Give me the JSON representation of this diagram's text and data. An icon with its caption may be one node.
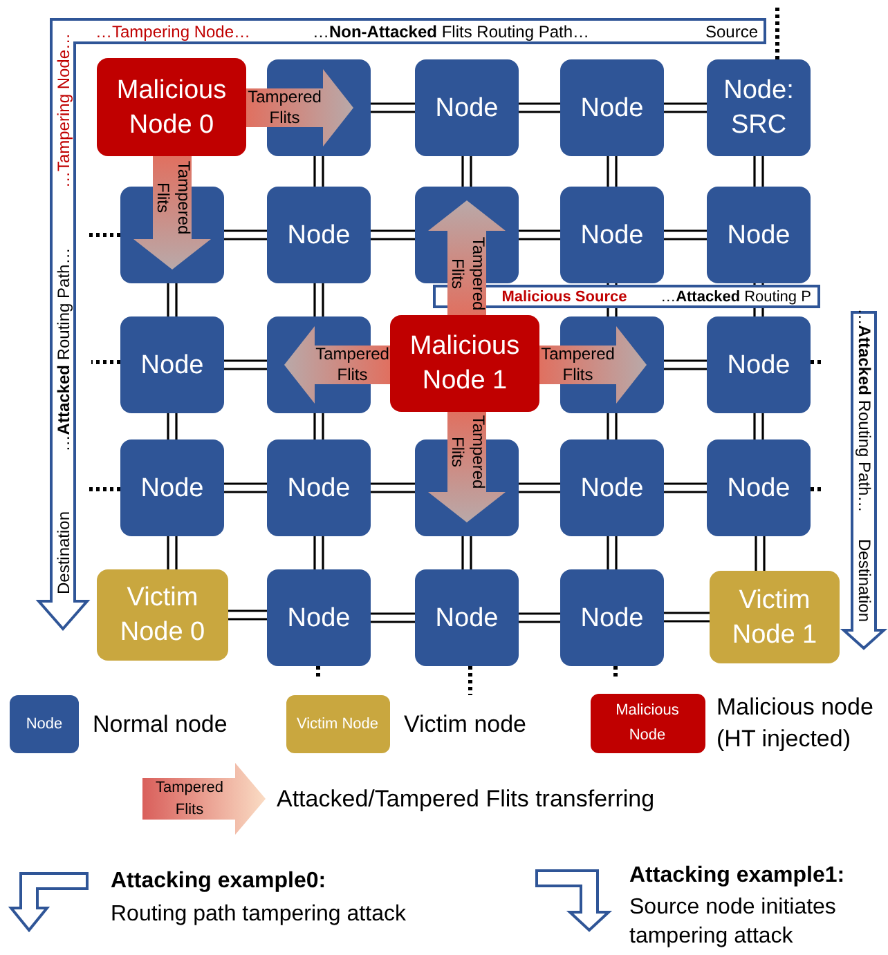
{
  "diagram": {
    "nodes": [
      {
        "text": [
          "Malicious Node 0"
        ]
      },
      {
        "text": [],
        "shape": "box"
      },
      {
        "text": [
          "Node"
        ]
      },
      {
        "text": [
          "Node"
        ]
      },
      {
        "text": [
          "Node: SRC"
        ]
      },
      {
        "text": [],
        "shape": "box"
      },
      {
        "text": [
          "Node"
        ]
      },
      {
        "text": [],
        "shape": "box"
      },
      {
        "text": [
          "Node"
        ]
      },
      {
        "text": [
          "Node"
        ]
      },
      {
        "text": [
          "Node"
        ]
      },
      {
        "text": [],
        "shape": "box"
      },
      {
        "text": [
          "Malicious Node 1"
        ]
      },
      {
        "text": [],
        "shape": "box"
      },
      {
        "text": [
          "Node"
        ]
      },
      {
        "text": [
          "Node"
        ]
      },
      {
        "text": [
          "Node"
        ]
      },
      {
        "text": [],
        "shape": "box"
      },
      {
        "text": [
          "Node"
        ]
      },
      {
        "text": [
          "Node"
        ]
      },
      {
        "text": [
          "Victim Node 0"
        ]
      },
      {
        "text": [
          "Node"
        ]
      },
      {
        "text": [
          "Node"
        ]
      },
      {
        "text": [
          "Node"
        ]
      },
      {
        "text": [
          "Victim Node 1"
        ]
      }
    ],
    "edges": [
      {
        "from": 1,
        "to": 2,
        "arrow": "none"
      },
      {
        "from": 2,
        "to": 3,
        "arrow": "none"
      },
      {
        "from": 3,
        "to": 4,
        "arrow": "none"
      },
      {
        "from": 5,
        "to": 6,
        "arrow": "none"
      },
      {
        "from": 6,
        "to": 7,
        "arrow": "none"
      },
      {
        "from": 7,
        "to": 8,
        "arrow": "none"
      },
      {
        "from": 8,
        "to": 9,
        "arrow": "none"
      },
      {
        "from": 10,
        "to": 11,
        "arrow": "none"
      },
      {
        "from": 13,
        "to": 14,
        "arrow": "none"
      },
      {
        "from": 15,
        "to": 16,
        "arrow": "none"
      },
      {
        "from": 16,
        "to": 17,
        "arrow": "none"
      },
      {
        "from": 17,
        "to": 18,
        "arrow": "none"
      },
      {
        "from": 18,
        "to": 19,
        "arrow": "none"
      },
      {
        "from": 20,
        "to": 21,
        "arrow": "none"
      },
      {
        "from": 21,
        "to": 22,
        "arrow": "none"
      },
      {
        "from": 22,
        "to": 23,
        "arrow": "none"
      },
      {
        "from": 23,
        "to": 24,
        "arrow": "none"
      },
      {
        "from": 1,
        "to": 6,
        "arrow": "none"
      },
      {
        "from": 2,
        "to": 7,
        "arrow": "none"
      },
      {
        "from": 3,
        "to": 8,
        "arrow": "none"
      },
      {
        "from": 4,
        "to": 9,
        "arrow": "none"
      },
      {
        "from": 5,
        "to": 10,
        "arrow": "none"
      },
      {
        "from": 6,
        "to": 11,
        "arrow": "none"
      },
      {
        "from": 8,
        "to": 13,
        "arrow": "none"
      },
      {
        "from": 9,
        "to": 14,
        "arrow": "none"
      },
      {
        "from": 10,
        "to": 15,
        "arrow": "none"
      },
      {
        "from": 11,
        "to": 16,
        "arrow": "none"
      },
      {
        "from": 13,
        "to": 18,
        "arrow": "none"
      },
      {
        "from": 14,
        "to": 19,
        "arrow": "none"
      },
      {
        "from": 15,
        "to": 20,
        "arrow": "none"
      },
      {
        "from": 16,
        "to": 21,
        "arrow": "none"
      },
      {
        "from": 17,
        "to": 22,
        "arrow": "none"
      },
      {
        "from": 18,
        "to": 23,
        "arrow": "none"
      },
      {
        "from": 19,
        "to": 24,
        "arrow": "none"
      },
      {
        "from": 0,
        "to": 1,
        "arrow": "to",
        "label": "Tampered Flits",
        "style": "thick",
        "color": "#e07060"
      },
      {
        "from": 0,
        "to": 5,
        "arrow": "to",
        "label": "Tampered Flits",
        "style": "thick",
        "color": "#e07060"
      },
      {
        "from": 12,
        "to": 7,
        "arrow": "to",
        "label": "Tampered Flits",
        "style": "thick",
        "color": "#e07060"
      },
      {
        "from": 12,
        "to": 11,
        "arrow": "to",
        "label": "Tampered Flits",
        "style": "thick",
        "color": "#e07060"
      },
      {
        "from": 12,
        "to": 13,
        "arrow": "to",
        "label": "Tampered Flits",
        "style": "thick",
        "color": "#e07060"
      },
      {
        "from": 12,
        "to": 17,
        "arrow": "to",
        "label": "Tampered Flits",
        "style": "thick",
        "color": "#e07060"
      },
      {
        "from": 4,
        "to": null,
        "arrow": "none",
        "style": "dashed"
      },
      {
        "from": 5,
        "to": null,
        "arrow": "none",
        "style": "dashed"
      },
      {
        "from": 10,
        "to": null,
        "arrow": "none",
        "style": "dashed"
      },
      {
        "from": 15,
        "to": null,
        "arrow": "none",
        "style": "dashed"
      },
      {
        "from": 14,
        "to": null,
        "arrow": "none",
        "style": "dashed"
      },
      {
        "from": 19,
        "to": null,
        "arrow": "none",
        "style": "dashed"
      },
      {
        "from": 21,
        "to": null,
        "arrow": "none",
        "style": "dashed"
      },
      {
        "from": 22,
        "to": null,
        "arrow": "none",
        "style": "dashed"
      },
      {
        "from": 23,
        "to": null,
        "arrow": "none",
        "style": "dashed"
      }
    ],
    "labels": [
      "…Tampering Node…",
      "…**Non-Attacked** Flits Routing Path…",
      "Source",
      "…Tampering Node…",
      "…**Attacked** Routing Path…",
      "Destination",
      "Malicious Source",
      "…**Attacked** Routing P",
      "…**Attacked** Routing Path…",
      "Destination",
      "Node",
      "Victim Node",
      "Malicious Node",
      "Tampered Flits",
      "Attacking example0:",
      "Routing path tampering attack",
      "Attacking example1:",
      "Source node initiates tampering attack"
    ],
    "legend": [
      {
        "text": "Normal node",
        "color": "#2f5597"
      },
      {
        "text": "Victim node",
        "color": "#c9a73f"
      },
      {
        "text": "Malicious node (HT injected)",
        "color": "#c00000"
      },
      {
        "text": "Attacked/Tampered Flits transferring"
      }
    ]
  }
}
